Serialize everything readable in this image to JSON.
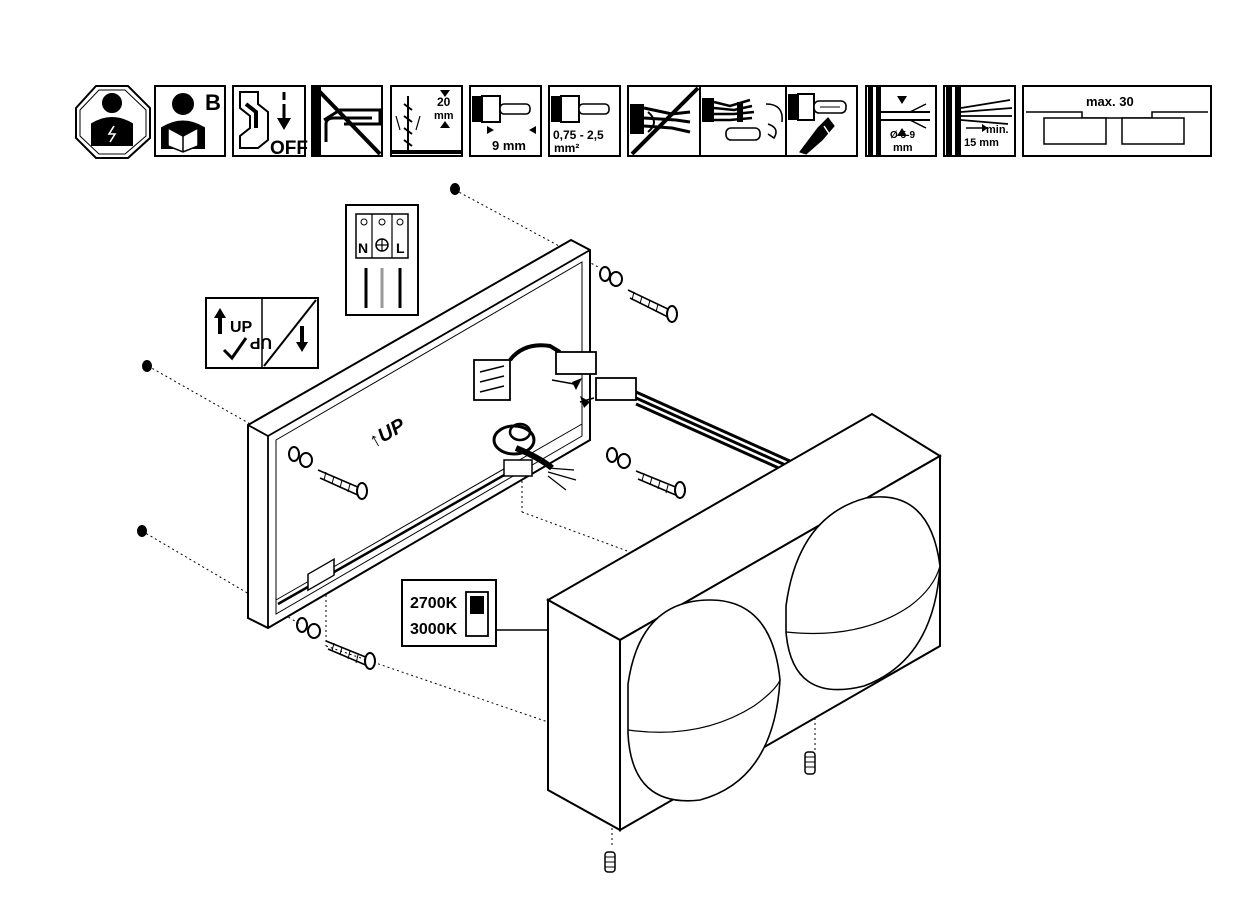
{
  "icons": {
    "box_b_letter": "B",
    "power_off_label": "OFF",
    "drill_depth": {
      "value": "20",
      "unit": "mm"
    },
    "strip_length": "9 mm",
    "wire_cross_section": {
      "value": "0,75 - 2,5",
      "unit": "mm²"
    },
    "cable_diameter": {
      "value": "Ø 5-9",
      "unit": "mm"
    },
    "cable_strip_min": {
      "prefix": "min.",
      "value": "15 mm"
    },
    "spacing_max": "max. 30"
  },
  "terminal_block": {
    "n": "N",
    "l": "L"
  },
  "orientation_card": {
    "up_label": "UP",
    "down_label": "UP"
  },
  "plate_up_label": "↑UP",
  "cct_switch": {
    "option_warm": "2700K",
    "option_neutral": "3000K"
  },
  "icon_names": [
    "qualified-electrician-icon",
    "read-manual-icon",
    "switch-off-power-icon",
    "no-pipes-icon",
    "drill-depth-icon",
    "strip-length-icon",
    "wire-section-icon",
    "no-twisted-wire-icon",
    "ferrule-icon",
    "crimp-icon",
    "cable-diameter-icon",
    "cable-strip-icon",
    "spacing-icon"
  ]
}
